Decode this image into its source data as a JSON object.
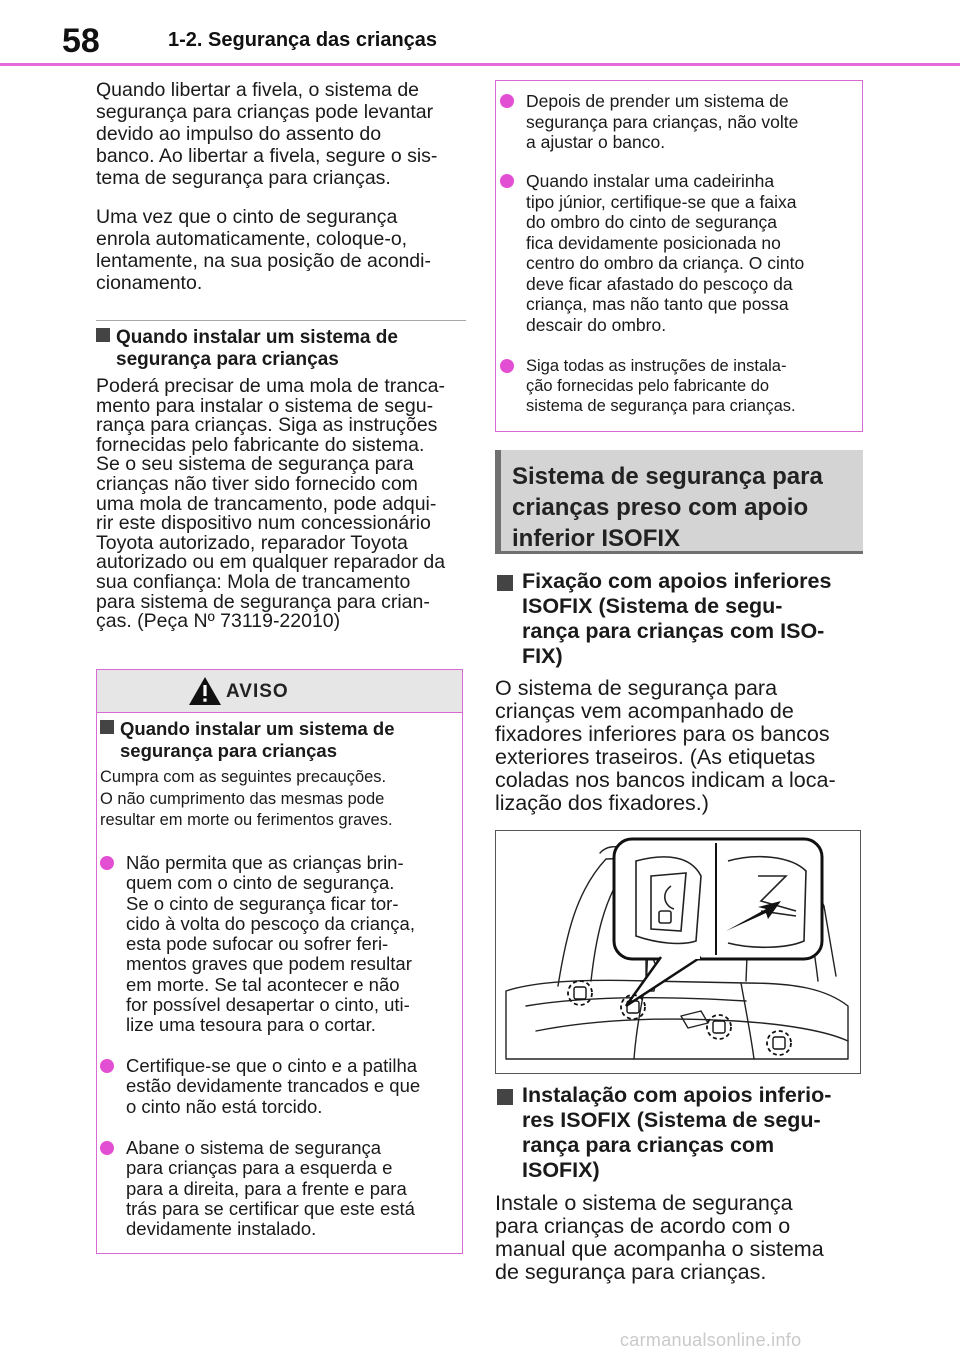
{
  "header": {
    "page_number": "58",
    "section_title": "1-2. Segurança das crianças"
  },
  "left": {
    "p1": [
      "Quando libertar a fivela, o sistema de",
      "segurança para crianças pode levantar",
      "devido ao impulso do assento do",
      "banco. Ao libertar a fivela, segure o sis-",
      "tema de segurança para crianças."
    ],
    "p2": [
      "Uma vez que o cinto de segurança",
      "enrola automaticamente, coloque-o,",
      "lentamente, na sua posição de acondi-",
      "cionamento."
    ],
    "subhead": [
      "Quando instalar um sistema de",
      "segurança para crianças"
    ],
    "p3": [
      "Poderá precisar de uma mola de tranca-",
      "mento para instalar o sistema de segu-",
      "rança para crianças. Siga as instruções",
      "fornecidas pelo fabricante do sistema.",
      "Se o seu sistema de segurança para",
      "crianças não tiver sido fornecido com",
      "uma mola de trancamento, pode adqui-",
      "rir este dispositivo num concessionário",
      "Toyota autorizado, reparador Toyota",
      "autorizado ou em qualquer reparador da",
      "sua confiança: Mola de trancamento",
      "para sistema de segurança para crian-",
      "ças. (Peça Nº 73119-22010)"
    ]
  },
  "warning": {
    "title": "AVISO",
    "subhead": [
      "Quando instalar um sistema de",
      "segurança para crianças"
    ],
    "intro": [
      "Cumpra com as seguintes precauções.",
      "O não cumprimento das mesmas pode",
      "resultar em morte ou ferimentos graves."
    ],
    "bullets": [
      [
        "Não permita que as crianças brin-",
        "quem com o cinto de segurança.",
        "Se o cinto de segurança ficar tor-",
        "cido à volta do pescoço da criança,",
        "esta pode sufocar ou sofrer feri-",
        "mentos graves que podem resultar",
        "em morte. Se tal acontecer e não",
        "for possível desapertar o cinto, uti-",
        "lize uma tesoura para o cortar."
      ],
      [
        "Certifique-se que o cinto e a patilha",
        "estão devidamente trancados e que",
        "o cinto não está torcido."
      ],
      [
        "Abane o sistema de segurança",
        "para crianças para a esquerda e",
        "para a direita, para a frente e para",
        "trás para se certificar que este está",
        "devidamente instalado."
      ]
    ]
  },
  "right": {
    "note_bullets": [
      [
        "Depois de prender um sistema de",
        "segurança para crianças, não volte",
        "a ajustar o banco."
      ],
      [
        "Quando instalar uma cadeirinha",
        "tipo júnior, certifique-se que a faixa",
        "do ombro do cinto de segurança",
        "fica devidamente posicionada no",
        "centro do ombro da criança. O cinto",
        "deve ficar afastado do pescoço da",
        "criança, mas não tanto que possa",
        "descair do ombro."
      ],
      [
        "Siga todas as instruções de instala-",
        "ção fornecidas pelo fabricante do",
        "sistema de segurança para crianças."
      ]
    ],
    "section_title": [
      "Sistema de segurança para",
      "crianças preso com apoio",
      "inferior ISOFIX"
    ],
    "sub1": [
      "Fixação com apoios inferiores",
      "ISOFIX (Sistema de segu-",
      "rança para crianças com ISO-",
      "FIX)"
    ],
    "p1": [
      "O sistema de segurança para",
      "crianças vem acompanhado de",
      "fixadores inferiores para os bancos",
      "exteriores traseiros. (As etiquetas",
      "coladas nos bancos indicam a loca-",
      "lização dos fixadores.)"
    ],
    "sub2": [
      "Instalação com apoios inferio-",
      "res ISOFIX (Sistema de segu-",
      "rança para crianças com",
      "ISOFIX)"
    ],
    "p2": [
      "Instale o sistema de segurança",
      "para crianças de acordo com o",
      "manual que acompanha o sistema",
      "de segurança para crianças."
    ]
  },
  "footer": {
    "watermark": "carmanualsonline.info"
  }
}
